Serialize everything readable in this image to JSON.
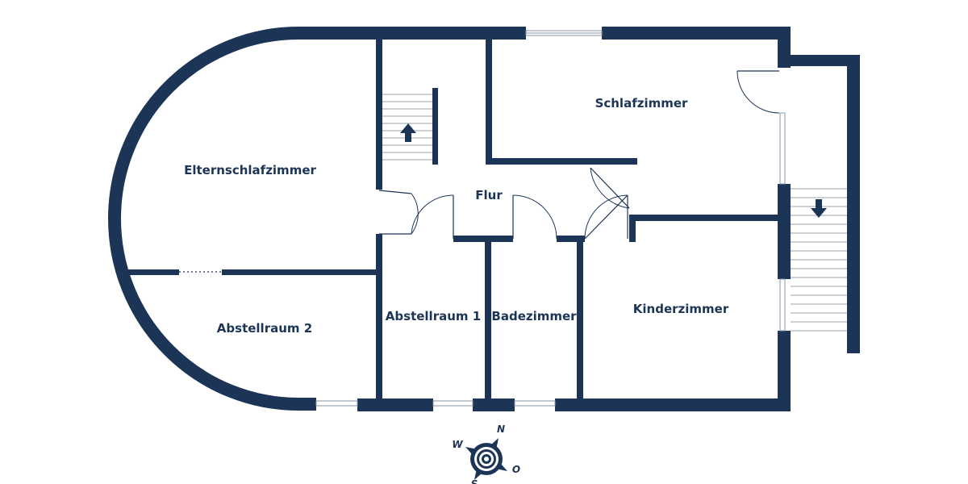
{
  "rooms": {
    "elternschlafzimmer": "Elternschlafzimmer",
    "schlafzimmer": "Schlafzimmer",
    "flur": "Flur",
    "abstellraum_1": "Abstellraum 1",
    "abstellraum_2": "Abstellraum 2",
    "badezimmer": "Badezimmer",
    "kinderzimmer": "Kinderzimmer"
  },
  "compass": {
    "north": "N",
    "west": "W",
    "east": "O",
    "south": "S"
  },
  "stairs": {
    "upper_direction": "up",
    "right_direction": "down"
  },
  "colors": {
    "wall": "#1c3557",
    "background": "#ffffff"
  }
}
